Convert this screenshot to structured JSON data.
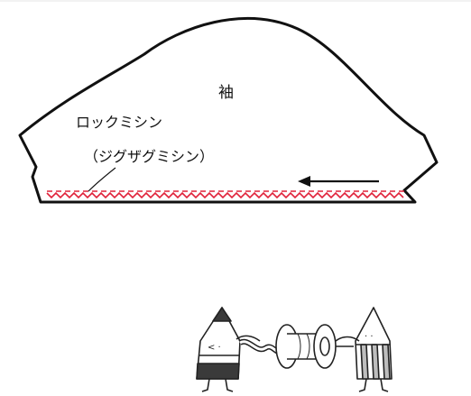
{
  "labels": {
    "sleeve": "袖",
    "serger": "ロックミシン",
    "zigzag": "（ジグザグミシン）"
  },
  "colors": {
    "outline": "#111111",
    "stitch": "#e0223a",
    "arrow": "#111111",
    "stripe_dark": "#3a3a3a",
    "stripe_light": "#bdbdbd"
  },
  "icons": {
    "direction": "arrow-left-icon",
    "illustration": "thread-spool-characters-icon"
  }
}
